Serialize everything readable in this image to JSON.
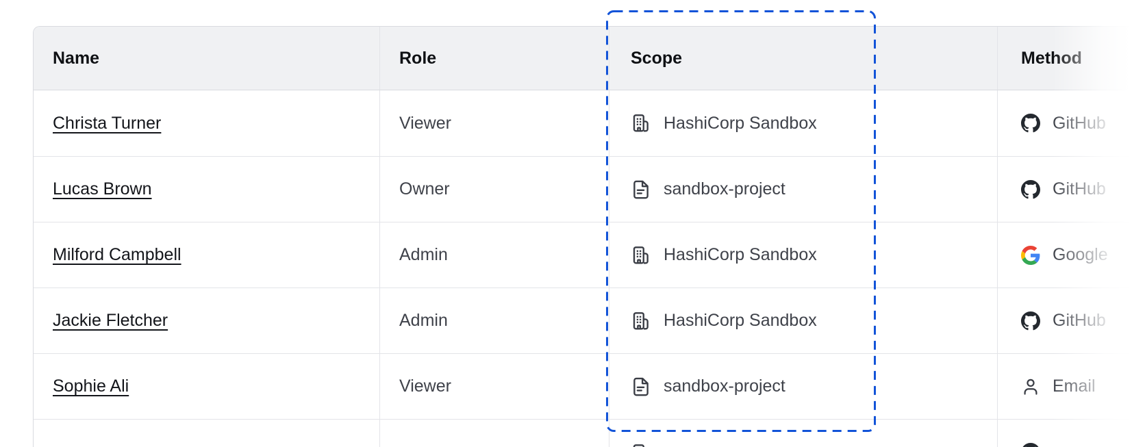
{
  "table": {
    "headers": [
      "Name",
      "Role",
      "Scope",
      "Method"
    ],
    "rows": [
      {
        "name": "Christa Turner",
        "role": "Viewer",
        "scope": "HashiCorp Sandbox",
        "scope_icon": "org-building-icon",
        "method": "GitHub",
        "method_icon": "github-icon"
      },
      {
        "name": "Lucas Brown",
        "role": "Owner",
        "scope": "sandbox-project",
        "scope_icon": "file-text-icon",
        "method": "GitHub",
        "method_icon": "github-icon"
      },
      {
        "name": "Milford Campbell",
        "role": "Admin",
        "scope": "HashiCorp Sandbox",
        "scope_icon": "org-building-icon",
        "method": "Google",
        "method_icon": "google-icon"
      },
      {
        "name": "Jackie Fletcher",
        "role": "Admin",
        "scope": "HashiCorp Sandbox",
        "scope_icon": "org-building-icon",
        "method": "GitHub",
        "method_icon": "github-icon"
      },
      {
        "name": "Sophie Ali",
        "role": "Viewer",
        "scope": "sandbox-project",
        "scope_icon": "file-text-icon",
        "method": "Email",
        "method_icon": "person-icon"
      }
    ],
    "partial_row": {
      "scope_icon": "org-building-icon",
      "method_icon": "github-icon"
    }
  },
  "annotation": {
    "target": "scope-column",
    "color": "#1253d8"
  },
  "colors": {
    "accent_blue": "#1253d8",
    "header_bg": "#f0f1f3",
    "border": "#e3e4e8",
    "text_primary": "#13151a",
    "text_secondary": "#3f424a",
    "github": "#24292f",
    "google_blue": "#4285F4",
    "google_red": "#EA4335",
    "google_yellow": "#FBBC05",
    "google_green": "#34A853"
  }
}
